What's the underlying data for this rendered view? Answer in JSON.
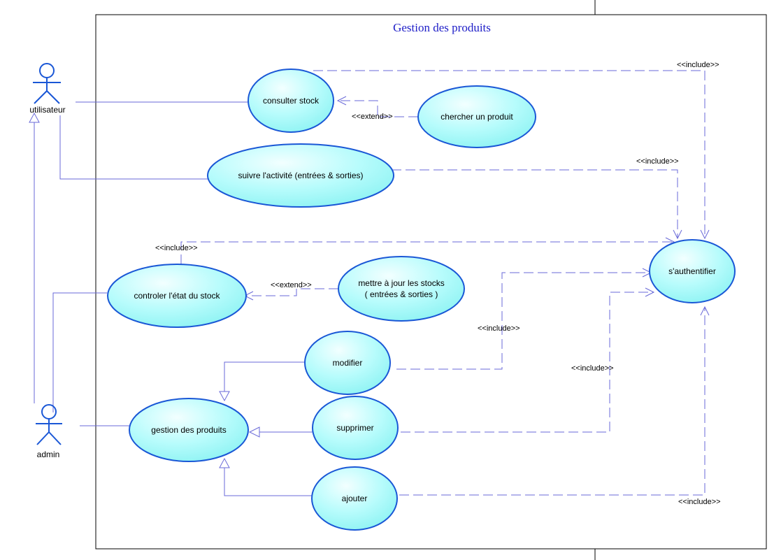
{
  "diagram": {
    "title": "Gestion des produits",
    "actors": {
      "utilisateur": "utilisateur",
      "admin": "admin"
    },
    "use_cases": {
      "consulter": "consulter stock",
      "chercher": "chercher un produit",
      "suivre": "suivre l'activité (entrées & sorties)",
      "controler": "controler l'état du stock",
      "mettre_line1": "mettre à jour les stocks",
      "mettre_line2": "( entrées & sorties )",
      "auth": "s'authentifier",
      "modifier": "modifier",
      "gestion": "gestion des produits",
      "supprimer": "supprimer",
      "ajouter": "ajouter"
    },
    "stereotypes": {
      "include": "<<include>>",
      "extend": "<<extend>>"
    },
    "colors": {
      "usecase_fill": "#b8fcfc",
      "usecase_stroke": "#1a57d6",
      "actor_stroke": "#1a57d6",
      "line": "#6a6ad8",
      "title": "#2020c8"
    }
  }
}
